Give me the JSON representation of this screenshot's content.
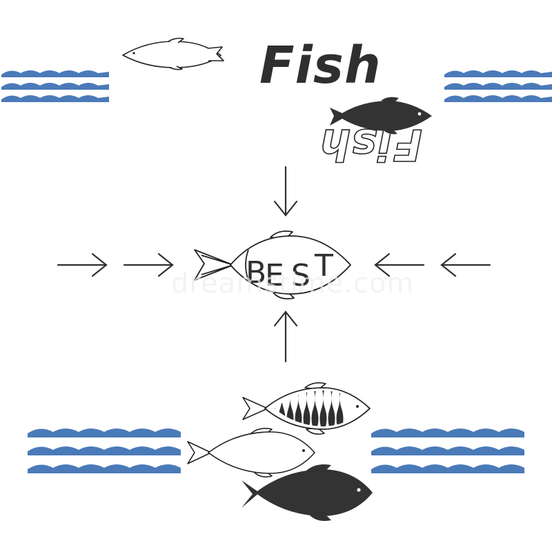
{
  "title_text": "Fish",
  "mirrored_title_text": "Fish",
  "badge_letters": [
    "B",
    "E",
    "S",
    "T"
  ],
  "watermark_text": "dreamstime.com",
  "colors": {
    "wave_blue": "#4a7ab8",
    "ink_dark": "#2f2f2f",
    "outline": "#222222",
    "watermark": "#eeeeee",
    "background": "#ffffff"
  },
  "icons": {
    "waves": "wave-lines-icon",
    "fish_outline": "outline-fish-icon",
    "fish_solid": "solid-fish-icon",
    "fish_striped": "striped-fish-icon",
    "arrow": "arrow-icon"
  }
}
